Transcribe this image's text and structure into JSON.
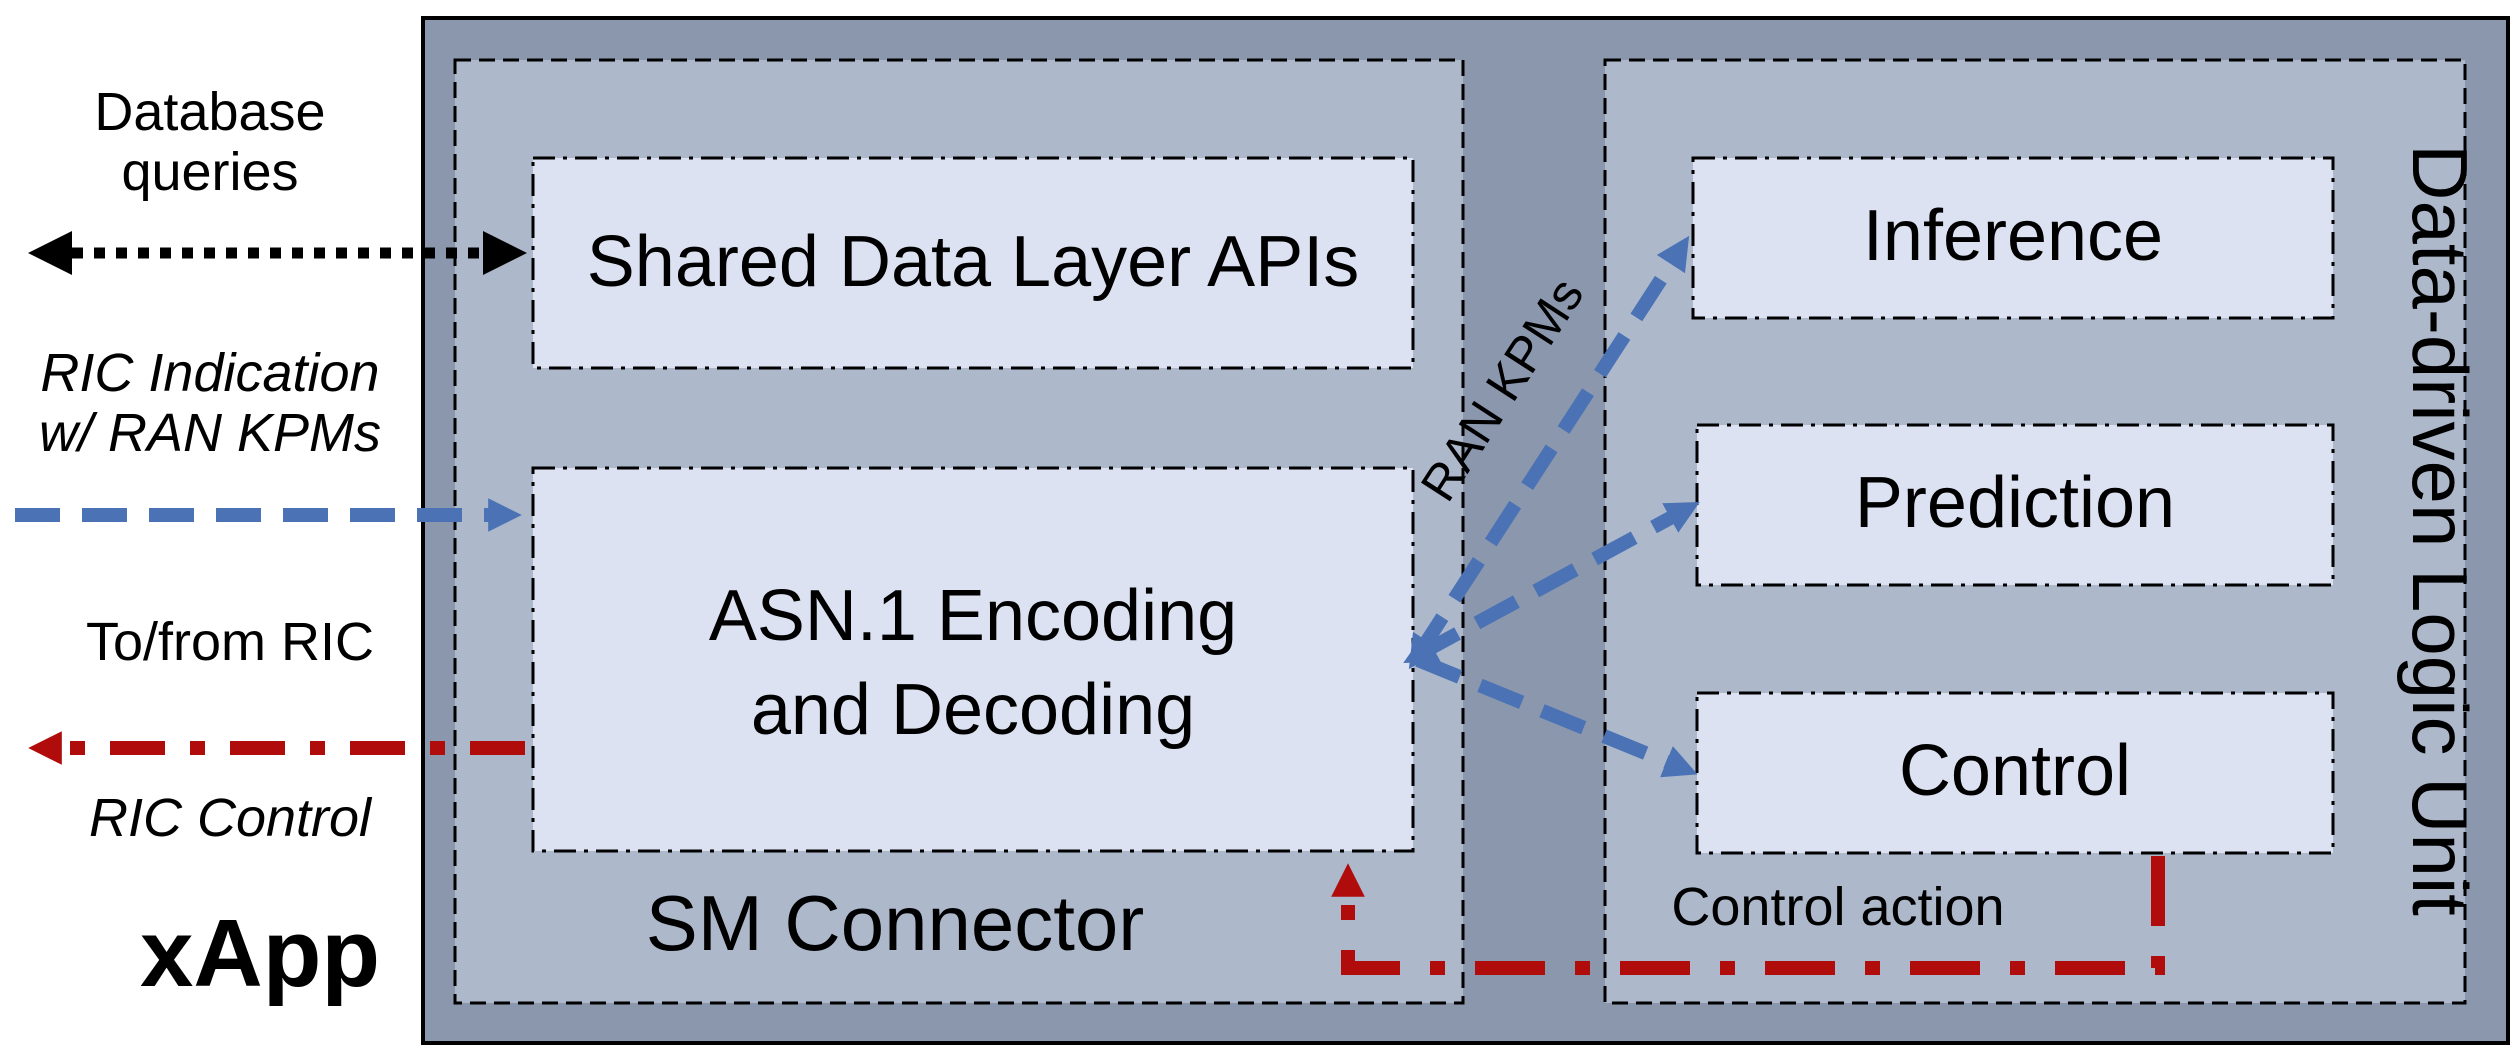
{
  "xapp": {
    "label": "xApp"
  },
  "sm_connector": {
    "title": "SM Connector",
    "shared_data_layer": "Shared Data Layer APIs",
    "asn1": {
      "line1": "ASN.1  Encoding",
      "line2": "and Decoding"
    }
  },
  "logic_unit": {
    "title": "Data-driven Logic Unit",
    "inference": "Inference",
    "prediction": "Prediction",
    "control": "Control"
  },
  "external": {
    "database_queries": {
      "line1": "Database",
      "line2": "queries"
    },
    "ric_indication": {
      "line1": "RIC Indication",
      "line2": "w/ RAN KPMs"
    },
    "to_from_ric": "To/from RIC",
    "ric_control": "RIC Control"
  },
  "internal": {
    "ran_kpms": "RAN KPMs",
    "control_action": "Control action"
  },
  "colors": {
    "outer_bg": "#8a97ad",
    "panel_bg": "#adb8cb",
    "box_bg": "#dde2f2",
    "blue_arrow": "#4a72b5",
    "red_arrow": "#b00c0c",
    "black_arrow": "#000000"
  }
}
